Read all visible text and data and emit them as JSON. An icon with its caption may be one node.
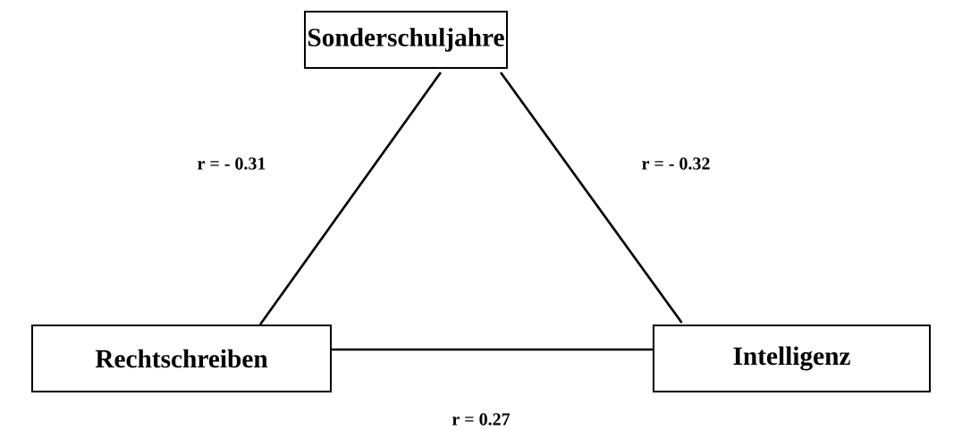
{
  "diagram": {
    "nodes": [
      {
        "text": [
          "Sonderschuljahre"
        ]
      },
      {
        "text": [
          "Rechtschreiben"
        ]
      },
      {
        "text": [
          "Intelligenz"
        ]
      }
    ],
    "edges": [
      {
        "from": 0,
        "to": 1,
        "arrow": "none",
        "label": "r = - 0.31"
      },
      {
        "from": 0,
        "to": 2,
        "arrow": "none",
        "label": "r = - 0.32"
      },
      {
        "from": 1,
        "to": 2,
        "arrow": "none",
        "label": "r = 0.27"
      }
    ]
  }
}
